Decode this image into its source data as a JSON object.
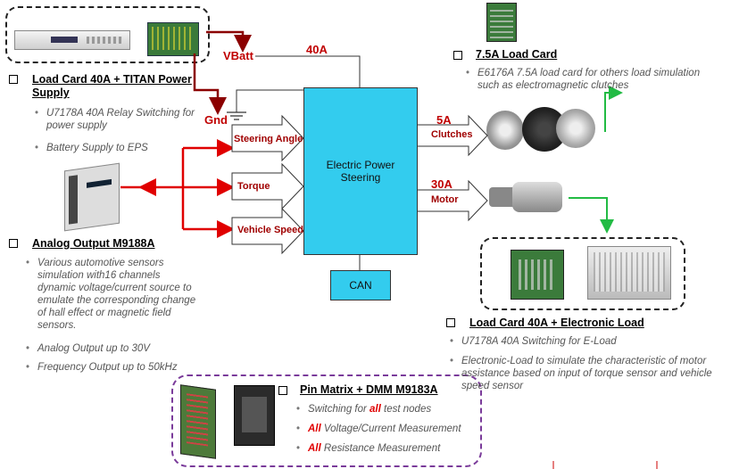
{
  "top_signal": {
    "vbatt": "VBatt",
    "current_40a": "40A",
    "gnd": "Gnd"
  },
  "eps": {
    "block": "Electric Power Steering",
    "can": "CAN",
    "inputs": [
      "Steering Angle",
      "Torque",
      "Vehicle Speed"
    ],
    "outputs": [
      {
        "current": "5A",
        "name": "Clutches"
      },
      {
        "current": "30A",
        "name": "Motor"
      }
    ]
  },
  "load_card_titan": {
    "title": "Load Card 40A + TITAN Power Supply",
    "bullets": [
      "U7178A 40A Relay Switching for power supply",
      "Battery Supply to EPS"
    ]
  },
  "analog_output": {
    "title": "Analog Output M9188A",
    "bullets": [
      "Various automotive sensors simulation with16 channels dynamic voltage/current source to emulate the corresponding change of hall effect or magnetic field sensors.",
      "Analog Output up to 30V",
      "Frequency Output up to 50kHz"
    ]
  },
  "load_card_75": {
    "title": "7.5A Load Card",
    "bullets": [
      "E6176A 7.5A load card for others load simulation such as electromagnetic clutches"
    ]
  },
  "load_card_eload": {
    "title": "Load Card 40A + Electronic Load",
    "bullets": [
      "U7178A 40A Switching for E-Load",
      "Electronic-Load to simulate the characteristic of motor assistance based on input of torque sensor and vehicle speed sensor"
    ]
  },
  "pin_matrix": {
    "title": "Pin Matrix + DMM M9183A",
    "b1_pre": "Switching for ",
    "b1_em": "all",
    "b1_post": " test nodes",
    "b2_em": "All",
    "b2_post": " Voltage/Current Measurement",
    "b3_em": "All",
    "b3_post": " Resistance Measurement"
  },
  "colors": {
    "block": "#33ccee",
    "arrow_red": "#e00000",
    "dark_red": "#8b0000",
    "green": "#22bb44",
    "purple": "#7a3b9a"
  }
}
